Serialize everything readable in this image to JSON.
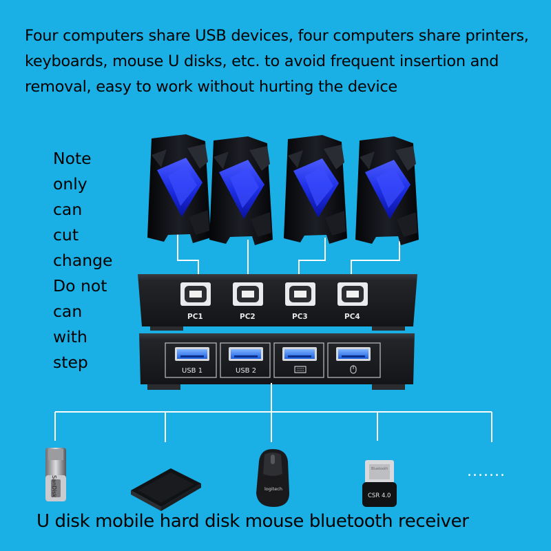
{
  "headline": {
    "line1": "Four computers share USB devices, four computers share printers,",
    "line2": "keyboards, mouse U disks, etc. to avoid frequent insertion and",
    "line3": "removal, easy to work without hurting the device"
  },
  "note": [
    "Note",
    "only",
    "can",
    "cut",
    "change",
    "Do not",
    "can",
    "with",
    "step"
  ],
  "pc_ports": [
    "PC1",
    "PC2",
    "PC3",
    "PC4"
  ],
  "usb_ports": [
    "USB 1",
    "USB 2"
  ],
  "icons": [
    "keyboard-icon",
    "mouse-icon"
  ],
  "device_brands": {
    "usb_disk": "SanDisk",
    "mouse": "logitech",
    "bluetooth": "CSR 4.0",
    "bluetooth_small": "Bluetooth"
  },
  "more": ".......",
  "caption": "U disk mobile hard disk mouse bluetooth receiver",
  "colors": {
    "background": "#1ab0e6",
    "tower_accent": "#2b3cff",
    "switch_body": "#222428"
  }
}
